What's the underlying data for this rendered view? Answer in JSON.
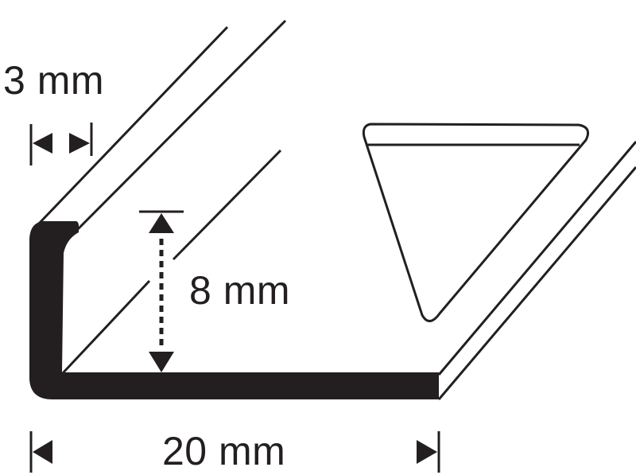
{
  "diagram": {
    "subject": "L-shaped edge profile trim with triangular perforation",
    "colors": {
      "line": "#231f20",
      "fill": "#231f20",
      "background": "#ffffff"
    },
    "dimensions": {
      "thickness": {
        "label": "3 mm",
        "value": 3,
        "unit": "mm"
      },
      "height": {
        "label": "8 mm",
        "value": 8,
        "unit": "mm"
      },
      "width": {
        "label": "20 mm",
        "value": 20,
        "unit": "mm"
      }
    }
  }
}
